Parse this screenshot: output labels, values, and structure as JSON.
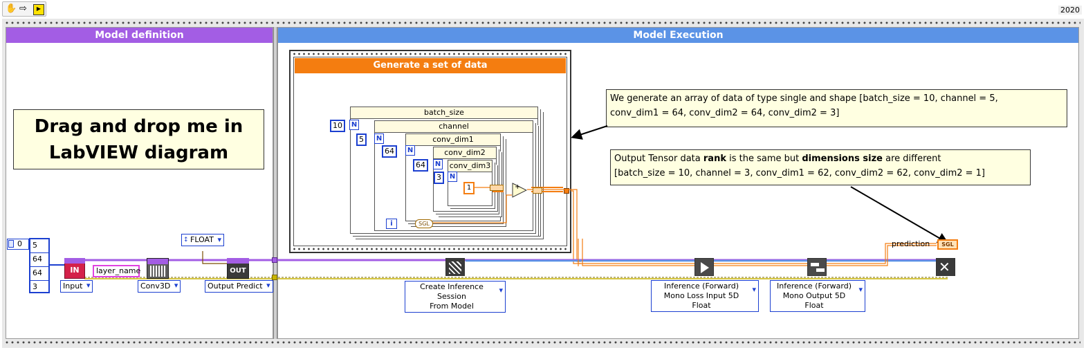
{
  "year": "2020",
  "toolbar": {
    "icons": [
      "hand-icon",
      "arrow-icon",
      "vi-icon"
    ]
  },
  "sections": {
    "model_definition": {
      "title": "Model definition",
      "color": "#a35de4"
    },
    "model_execution": {
      "title": "Model Execution",
      "color": "#5b93e6"
    }
  },
  "generate": {
    "title": "Generate a set of data",
    "loops": [
      "batch_size",
      "channel",
      "conv_dim1",
      "conv_dim2",
      "conv_dim3"
    ],
    "constants": [
      "10",
      "5",
      "64",
      "64",
      "3"
    ],
    "n_label": "N",
    "i_label": "i",
    "sgl_label": "SGL",
    "one_const": "1",
    "plus_label": "+"
  },
  "notes": {
    "drag_line1": "Drag and drop me in",
    "drag_line2": "LabVIEW diagram",
    "generate_line1": "We generate an array of data of type single and shape [batch_size = 10, channel = 5,",
    "generate_line2": "conv_dim1 = 64, conv_dim2 = 64, conv_dim2 = 3]",
    "output_pre": "Output Tensor data ",
    "output_rank": "rank",
    "output_mid": " is the same but ",
    "output_dims": "dimensions size",
    "output_post": " are different",
    "output_line2": "[batch_size = 10, channel = 3, conv_dim1 = 62, conv_dim2 = 62, conv_dim2 = 1]"
  },
  "definition": {
    "array_index": "0",
    "array_values": [
      "5",
      "64",
      "64",
      "3"
    ],
    "in_label": "IN",
    "input_ring": "Input",
    "layer_name": "layer_name",
    "conv_ring": "Conv3D",
    "float_ring": "FLOAT",
    "out_label": "OUT",
    "output_predict": "Output Predict"
  },
  "execution": {
    "create_session_line1": "Create Inference Session",
    "create_session_line2": "From Model",
    "forward_input_line1": "Inference (Forward)",
    "forward_input_line2": "Mono Loss Input 5D Float",
    "forward_output_line1": "Inference (Forward)",
    "forward_output_line2": "Mono Output 5D Float",
    "prediction_label": "prediction",
    "prediction_sgl": "SGL"
  }
}
